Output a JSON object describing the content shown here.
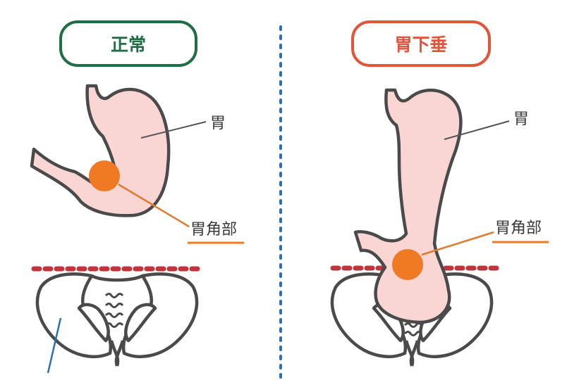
{
  "panels": {
    "normal": {
      "title": "正常",
      "stomach_label": "胃",
      "angle_label": "胃角部"
    },
    "ptosis": {
      "title": "胃下垂",
      "stomach_label": "胃",
      "angle_label": "胃角部"
    }
  },
  "colors": {
    "normal_badge": "#1f6e45",
    "ptosis_badge": "#e0553c",
    "stomach_fill": "#f9d6d4",
    "outline": "#4a4a4a",
    "angle_highlight": "#f07a24",
    "angle_label_underline": "#f07a24",
    "pelvis_line": "#c3333a",
    "divider": "#2b6fb5",
    "pointer_blue": "#2b6fb5"
  }
}
